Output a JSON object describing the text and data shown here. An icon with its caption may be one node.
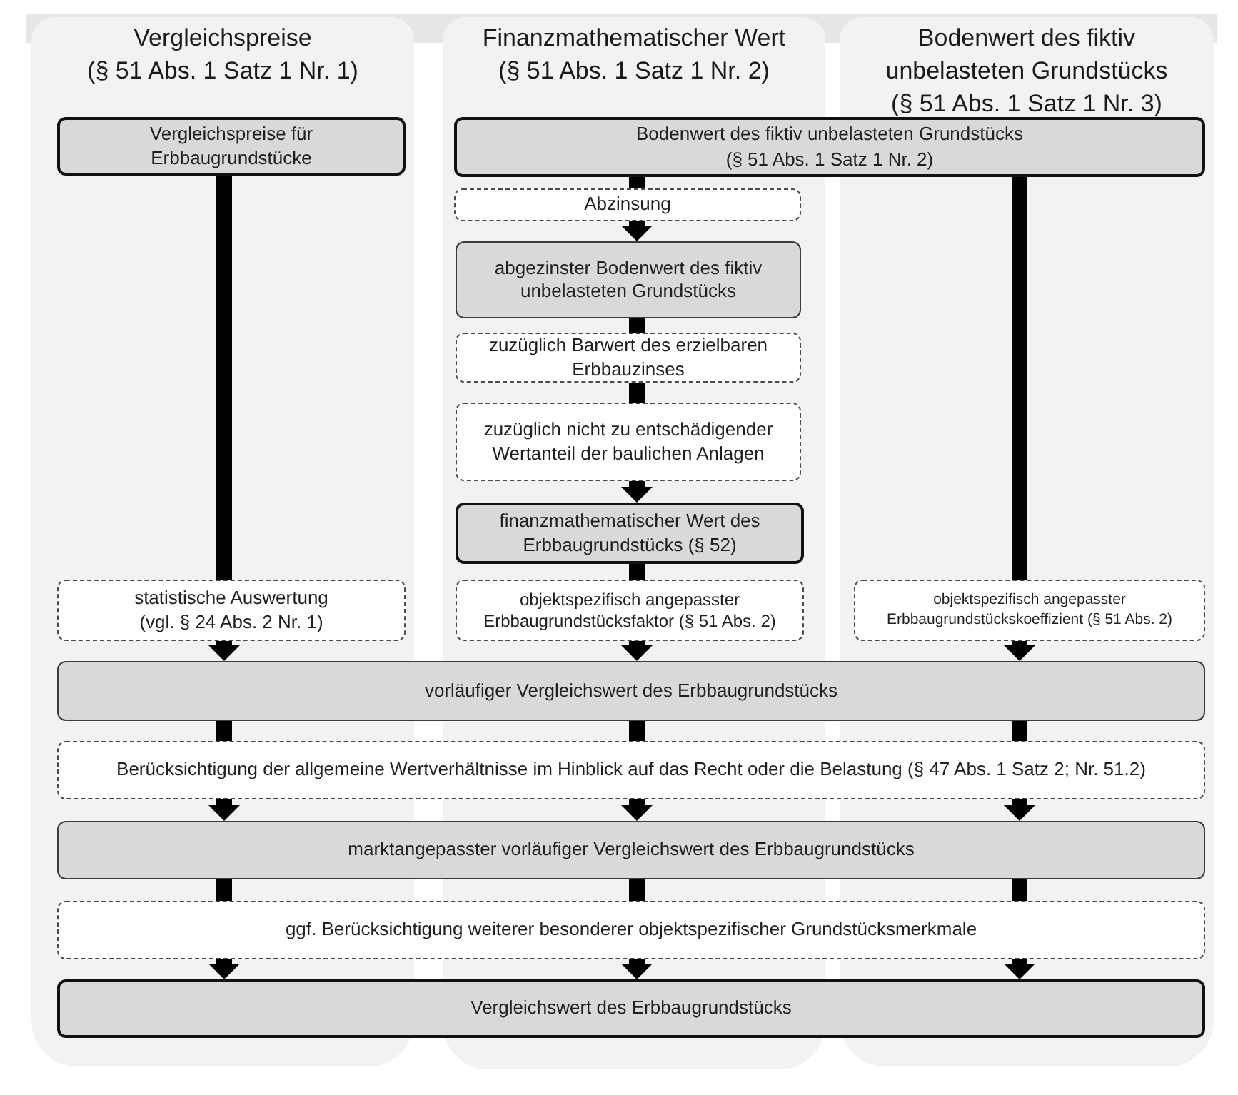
{
  "diagram": {
    "nodes": [
      {
        "text": [
          "Vergleichspreise",
          "(§ 51 Abs. 1 Satz 1 Nr. 1)"
        ]
      },
      {
        "text": [
          "Finanzmathematischer Wert",
          "(§ 51 Abs. 1 Satz 1 Nr. 2)"
        ]
      },
      {
        "text": [
          "Bodenwert des fiktiv unbelasteten Grundstücks",
          "(§ 51 Abs. 1 Satz 1 Nr. 3)"
        ]
      },
      {
        "text": [
          "Vergleichspreise für Erbbaugrundstücke"
        ],
        "in": 0
      },
      {
        "text": [
          "Bodenwert des fiktiv unbelasteten Grundstücks",
          "(§ 51 Abs. 1 Satz 1 Nr. 2)"
        ]
      },
      {
        "text": [
          "Abzinsung"
        ],
        "in": 1
      },
      {
        "text": [
          "abgezinster Bodenwert des fiktiv unbelasteten Grundstücks"
        ],
        "in": 1
      },
      {
        "text": [
          "zuzüglich Barwert des erzielbaren Erbbauzinses"
        ],
        "in": 1
      },
      {
        "text": [
          "zuzüglich nicht zu entschädigender Wertanteil der baulichen Anlagen"
        ],
        "in": 1
      },
      {
        "text": [
          "finanzmathematischer Wert des Erbbaugrundstücks (§ 52)"
        ],
        "in": 1
      },
      {
        "text": [
          "statistische Auswertung (vgl. § 24 Abs. 2 Nr. 1)"
        ],
        "in": 0
      },
      {
        "text": [
          "objektspezifisch angepasster Erbbaugrundstücksfaktor (§ 51 Abs. 2)"
        ],
        "in": 1
      },
      {
        "text": [
          "objektspezifisch angepasster Erbbaugrundstückskoeffizient (§ 51 Abs. 2)"
        ],
        "in": 2
      },
      {
        "text": [
          "vorläufiger Vergleichswert des Erbbaugrundstücks"
        ]
      },
      {
        "text": [
          "Berücksichtigung der allgemeine Wertverhältnisse im Hinblick auf das Recht oder die Belastung (§ 47 Abs. 1 Satz 2; Nr. 51.2)"
        ]
      },
      {
        "text": [
          "marktangepasster vorläufiger Vergleichswert des Erbbaugrundstücks"
        ]
      },
      {
        "text": [
          "ggf. Berücksichtigung weiterer besonderer objektspezifischer Grundstücksmerkmale"
        ]
      },
      {
        "text": [
          "Vergleichswert des Erbbaugrundstücks"
        ]
      }
    ],
    "edges": [
      {
        "from": 3,
        "to": 10,
        "arrow": "none"
      },
      {
        "from": 10,
        "to": 13,
        "arrow": "to"
      },
      {
        "from": 4,
        "to": 5,
        "arrow": "none"
      },
      {
        "from": 5,
        "to": 6,
        "arrow": "to"
      },
      {
        "from": 6,
        "to": 7,
        "arrow": "none"
      },
      {
        "from": 7,
        "to": 8,
        "arrow": "none"
      },
      {
        "from": 8,
        "to": 9,
        "arrow": "to"
      },
      {
        "from": 9,
        "to": 11,
        "arrow": "none"
      },
      {
        "from": 11,
        "to": 13,
        "arrow": "to"
      },
      {
        "from": 4,
        "to": 12,
        "arrow": "none"
      },
      {
        "from": 12,
        "to": 13,
        "arrow": "to"
      },
      {
        "from": 13,
        "to": 14,
        "arrow": "none"
      },
      {
        "from": 13,
        "to": 14,
        "arrow": "none"
      },
      {
        "from": 13,
        "to": 14,
        "arrow": "none"
      },
      {
        "from": 14,
        "to": 15,
        "arrow": "to"
      },
      {
        "from": 14,
        "to": 15,
        "arrow": "to"
      },
      {
        "from": 14,
        "to": 15,
        "arrow": "to"
      },
      {
        "from": 15,
        "to": 16,
        "arrow": "none"
      },
      {
        "from": 15,
        "to": 16,
        "arrow": "none"
      },
      {
        "from": 15,
        "to": 16,
        "arrow": "none"
      },
      {
        "from": 16,
        "to": 17,
        "arrow": "to"
      },
      {
        "from": 16,
        "to": 17,
        "arrow": "to"
      },
      {
        "from": 16,
        "to": 17,
        "arrow": "to"
      }
    ]
  }
}
